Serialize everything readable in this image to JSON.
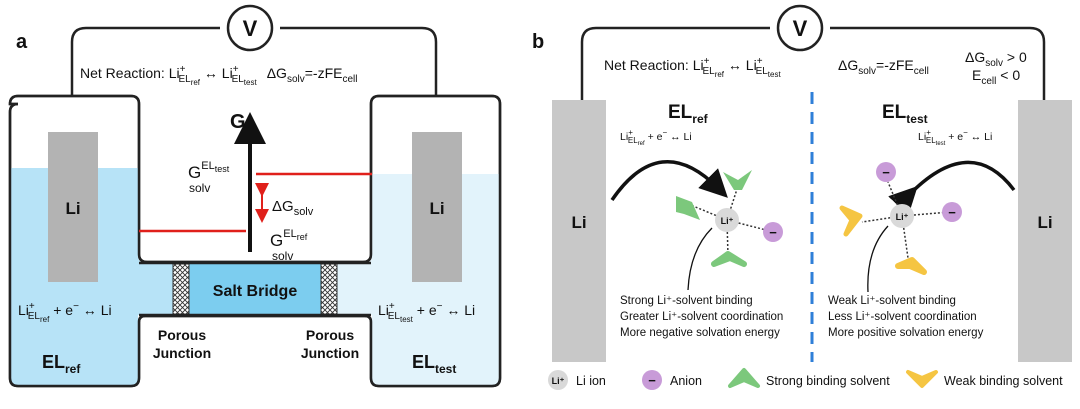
{
  "panel_a": {
    "label": "a",
    "voltmeter": "V",
    "net_reaction": {
      "prefix": "Net Reaction: Li",
      "sub1": "EL",
      "sub1b": "ref",
      "arrow": " ↔ Li",
      "sub2": "EL",
      "sub2b": "test",
      "dg": "ΔG",
      "dg_sub": "solv",
      "dg_rest": "=-zFE",
      "e_sub": "cell"
    },
    "left_electrode": "Li",
    "right_electrode": "Li",
    "g_axis": "G",
    "g_test": {
      "main": "G",
      "sub": "solv",
      "sup": "EL",
      "sup_sub": "test"
    },
    "g_ref": {
      "main": "G",
      "sub": "solv",
      "sup": "EL",
      "sup_sub": "ref"
    },
    "delta_g": {
      "main": "ΔG",
      "sub": "solv"
    },
    "salt_bridge": "Salt Bridge",
    "porous_left": [
      "Porous",
      "Junction"
    ],
    "porous_right": [
      "Porous",
      "Junction"
    ],
    "left_reaction": {
      "li": "Li",
      "sup": "+",
      "sub": "EL",
      "subsub": "ref",
      "rest": " + e",
      "e_sup": "−",
      "end": " ↔ Li"
    },
    "right_reaction": {
      "li": "Li",
      "sup": "+",
      "sub": "EL",
      "subsub": "test",
      "rest": " + e",
      "e_sup": "−",
      "end": " ↔ Li"
    },
    "el_ref": {
      "main": "EL",
      "sub": "ref"
    },
    "el_test": {
      "main": "EL",
      "sub": "test"
    },
    "colors": {
      "left_fill": "#b7e3f7",
      "right_fill": "#e2f3fb",
      "bridge_fill": "#7ccdef",
      "electrode": "#b3b3b3",
      "red": "#e0201b"
    }
  },
  "panel_b": {
    "label": "b",
    "voltmeter": "V",
    "net_reaction": {
      "prefix": "Net Reaction: Li",
      "sub1": "EL",
      "sub1b": "ref",
      "arrow": " ↔ Li",
      "sub2": "EL",
      "sub2b": "test"
    },
    "dg_eq": {
      "dg": "ΔG",
      "sub": "solv",
      "rest": "=-zFE",
      "e_sub": "cell"
    },
    "cond1": {
      "dg": "ΔG",
      "sub": "solv",
      "rest": " > 0"
    },
    "cond2": {
      "e": "E",
      "sub": "cell",
      "rest": " < 0"
    },
    "el_ref": {
      "main": "EL",
      "sub": "ref"
    },
    "el_test": {
      "main": "EL",
      "sub": "test"
    },
    "left_electrode": "Li",
    "right_electrode": "Li",
    "ion_label": "Li⁺",
    "anion_symbol": "−",
    "left_rxn": {
      "li": "Li",
      "sub": "EL",
      "subsub": "ref",
      "rest": " + e",
      "end": " ↔ Li"
    },
    "right_rxn": {
      "li": "Li",
      "sub": "EL",
      "subsub": "test",
      "rest": " + e",
      "end": " ↔ Li"
    },
    "left_desc": [
      "Strong Li⁺-solvent binding",
      "Greater Li⁺-solvent coordination",
      "More negative solvation energy"
    ],
    "right_desc": [
      "Weak Li⁺-solvent binding",
      "Less Li⁺-solvent coordination",
      "More positive solvation energy"
    ],
    "legend": {
      "li_ion": "Li ion",
      "anion": "Anion",
      "strong": "Strong binding solvent",
      "weak": "Weak binding solvent"
    },
    "colors": {
      "electrode": "#c8c8c8",
      "divider": "#2f7fd8",
      "strong": "#7cc87c",
      "weak": "#f5c542",
      "anion": "#c89bd8",
      "ion": "#d9d9d9"
    }
  }
}
